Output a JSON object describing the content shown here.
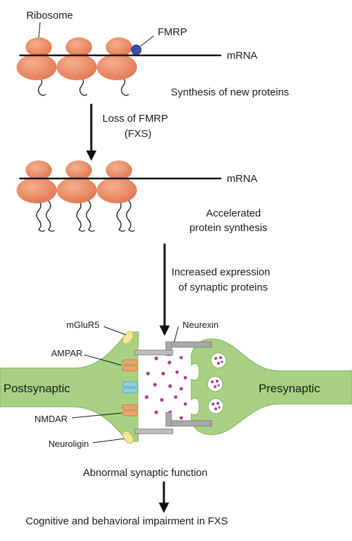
{
  "labels": {
    "ribosome": "Ribosome",
    "fmrp": "FMRP",
    "mrna_top": "mRNA",
    "synthesis_new": "Synthesis of new proteins",
    "loss_line1": "Loss of FMRP",
    "loss_line2": "(FXS)",
    "mrna_mid": "mRNA",
    "accel_line1": "Accelerated",
    "accel_line2": "protein synthesis",
    "incr_line1": "Increased expression",
    "incr_line2": "of synaptic proteins",
    "mglur5": "mGluR5",
    "neurexin": "Neurexin",
    "ampar": "AMPAR",
    "postsynaptic": "Postsynaptic",
    "presynaptic": "Presynaptic",
    "nmdar": "NMDAR",
    "neuroligin": "Neuroligin",
    "abnormal": "Abnormal synaptic function",
    "cognitive": "Cognitive and behavioral impairment in FXS"
  },
  "colors": {
    "ribosome": "#e8825a",
    "fmrp": "#3a52a8",
    "neuron_green": "#a9d184",
    "receptor_orange": "#f0a46a",
    "ampar_blue": "#8fd0e8",
    "mglur5_yellow": "#f3e69a",
    "vesicle_purple": "#b0378f",
    "adhesion_gray": "#a8a8a8"
  }
}
